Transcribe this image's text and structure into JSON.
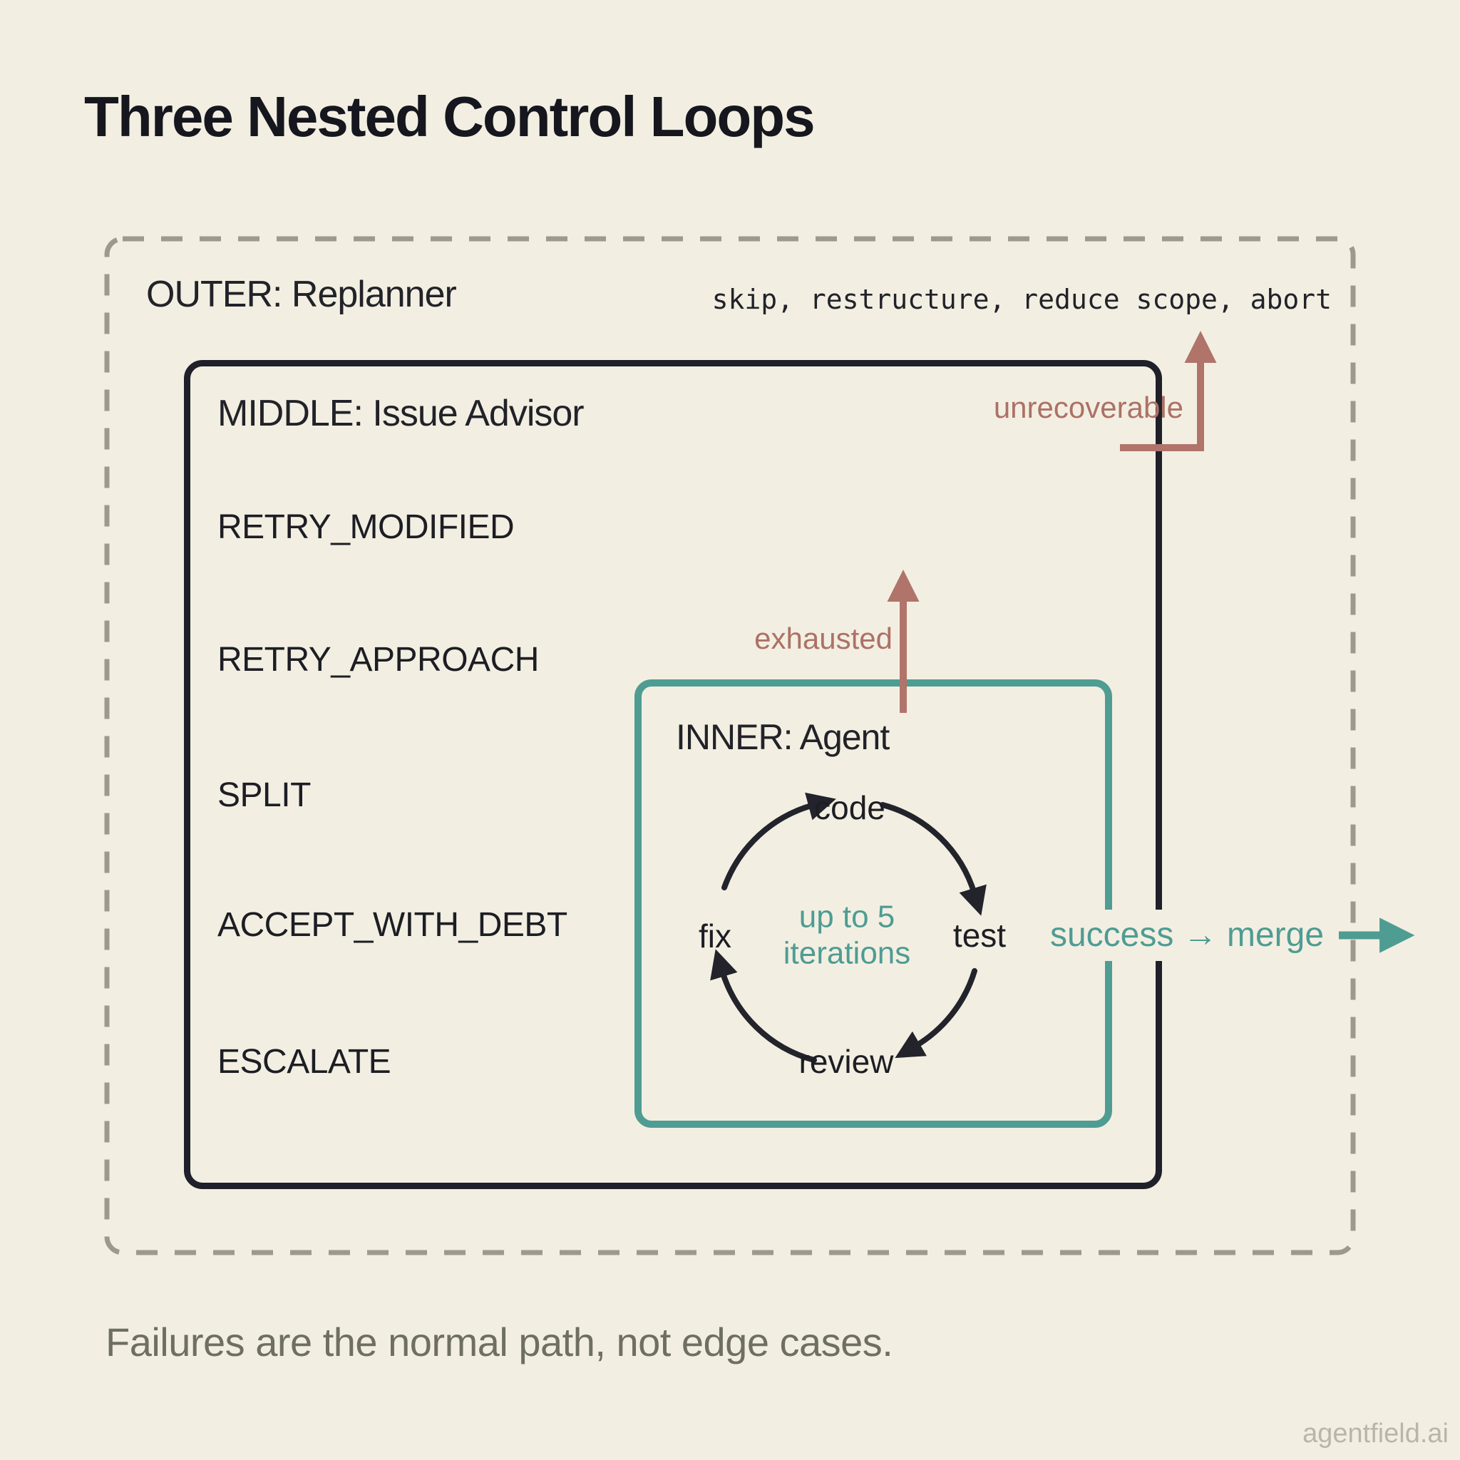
{
  "title": "Three Nested Control Loops",
  "outer_box": {
    "label": "OUTER: Replanner",
    "actions": "skip, restructure, reduce scope, abort"
  },
  "middle_box": {
    "label": "MIDDLE: Issue Advisor",
    "strategies": [
      "RETRY_MODIFIED",
      "RETRY_APPROACH",
      "SPLIT",
      "ACCEPT_WITH_DEBT",
      "ESCALATE"
    ]
  },
  "inner_box": {
    "label": "INNER: Agent",
    "loop_steps": [
      "code",
      "test",
      "review",
      "fix"
    ],
    "center_note": "up to 5 iterations"
  },
  "arrows": {
    "unrecoverable_label": "unrecoverable",
    "exhausted_label": "exhausted",
    "success_label": "success → merge"
  },
  "footer": {
    "tagline": "Failures are the normal path, not edge cases.",
    "watermark": "agentfield.ai"
  },
  "colors": {
    "background": "#f2efe2",
    "ink": "#20202a",
    "teal": "#4f9c93",
    "red": "#ad7166",
    "dashed_border": "#9d998c",
    "muted_text": "#6f6f61",
    "watermark_text": "#bab6a7"
  }
}
